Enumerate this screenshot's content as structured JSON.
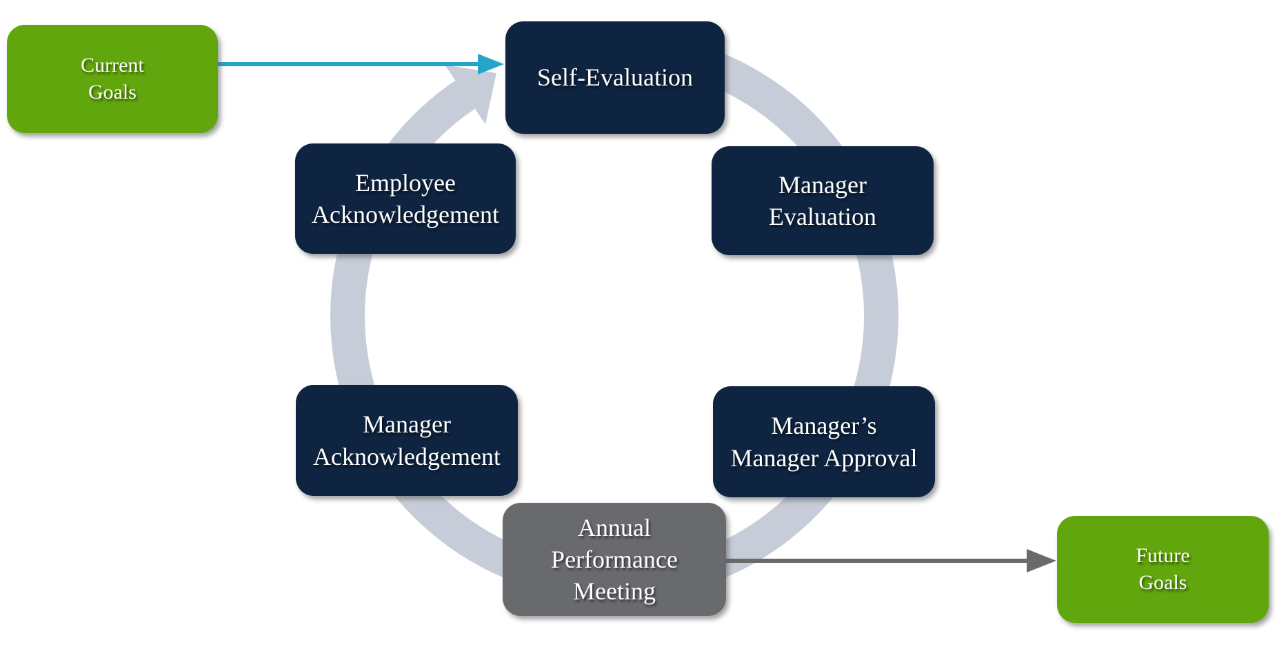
{
  "diagram": {
    "type": "cycle-process",
    "direction": "clockwise",
    "nodes": [
      {
        "name": "current-goals",
        "label": "Current\nGoals",
        "shape_color": "green"
      },
      {
        "name": "self-evaluation",
        "label": "Self-Evaluation",
        "shape_color": "navy"
      },
      {
        "name": "manager-evaluation",
        "label": "Manager\nEvaluation",
        "shape_color": "navy"
      },
      {
        "name": "managers-manager-approval",
        "label": "Manager’s\nManager Approval",
        "shape_color": "navy"
      },
      {
        "name": "annual-performance-meeting",
        "label": "Annual\nPerformance\nMeeting",
        "shape_color": "gray"
      },
      {
        "name": "manager-acknowledgement",
        "label": "Manager\nAcknowledgement",
        "shape_color": "navy"
      },
      {
        "name": "employee-acknowledgement",
        "label": "Employee\nAcknowledgement",
        "shape_color": "navy"
      },
      {
        "name": "future-goals",
        "label": "Future\nGoals",
        "shape_color": "green"
      }
    ],
    "connectors": [
      {
        "name": "current-goals-to-self-evaluation",
        "from": "Current Goals",
        "to": "Self-Evaluation",
        "style": "straight-arrow",
        "color": "#27A4CA"
      },
      {
        "name": "cycle-ring-arrow",
        "from": "Annual Performance Meeting",
        "to": "Self-Evaluation",
        "style": "circular-arrow",
        "color": "#C7CDD8",
        "direction": "clockwise"
      },
      {
        "name": "annual-meeting-to-future-goals",
        "from": "Annual Performance Meeting",
        "to": "Future Goals",
        "style": "straight-arrow",
        "color": "#6A6A6A"
      }
    ]
  },
  "colors": {
    "navy": "#0E2440",
    "green": "#61A60C",
    "gray": "#686A6D",
    "ring": "#C7CDD8",
    "cyan_arrow": "#27A4CA",
    "gray_arrow": "#6A6A6A",
    "text": "#FFFFFF",
    "background": "#FFFFFF"
  }
}
